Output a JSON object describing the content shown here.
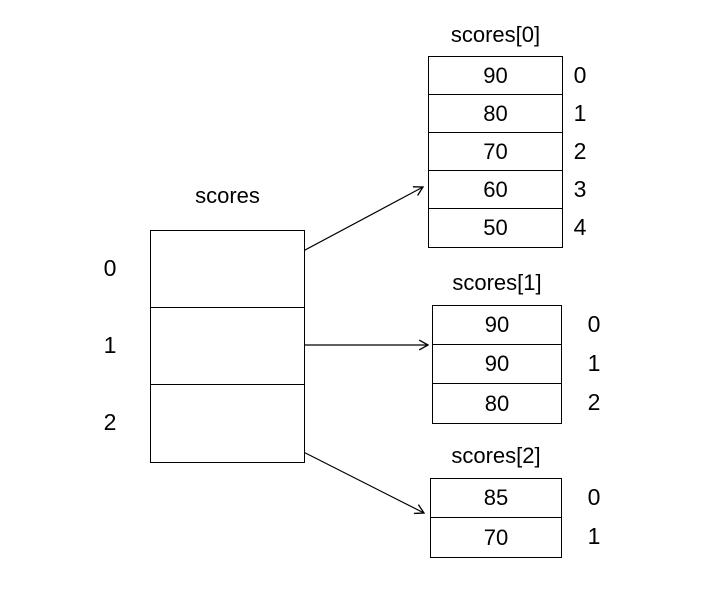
{
  "diagram": {
    "main_array": {
      "label": "scores",
      "indices": [
        "0",
        "1",
        "2"
      ]
    },
    "subarrays": [
      {
        "label": "scores[0]",
        "values": [
          "90",
          "80",
          "70",
          "60",
          "50"
        ],
        "indices": [
          "0",
          "1",
          "2",
          "3",
          "4"
        ]
      },
      {
        "label": "scores[1]",
        "values": [
          "90",
          "90",
          "80"
        ],
        "indices": [
          "0",
          "1",
          "2"
        ]
      },
      {
        "label": "scores[2]",
        "values": [
          "85",
          "70"
        ],
        "indices": [
          "0",
          "1"
        ]
      }
    ]
  }
}
